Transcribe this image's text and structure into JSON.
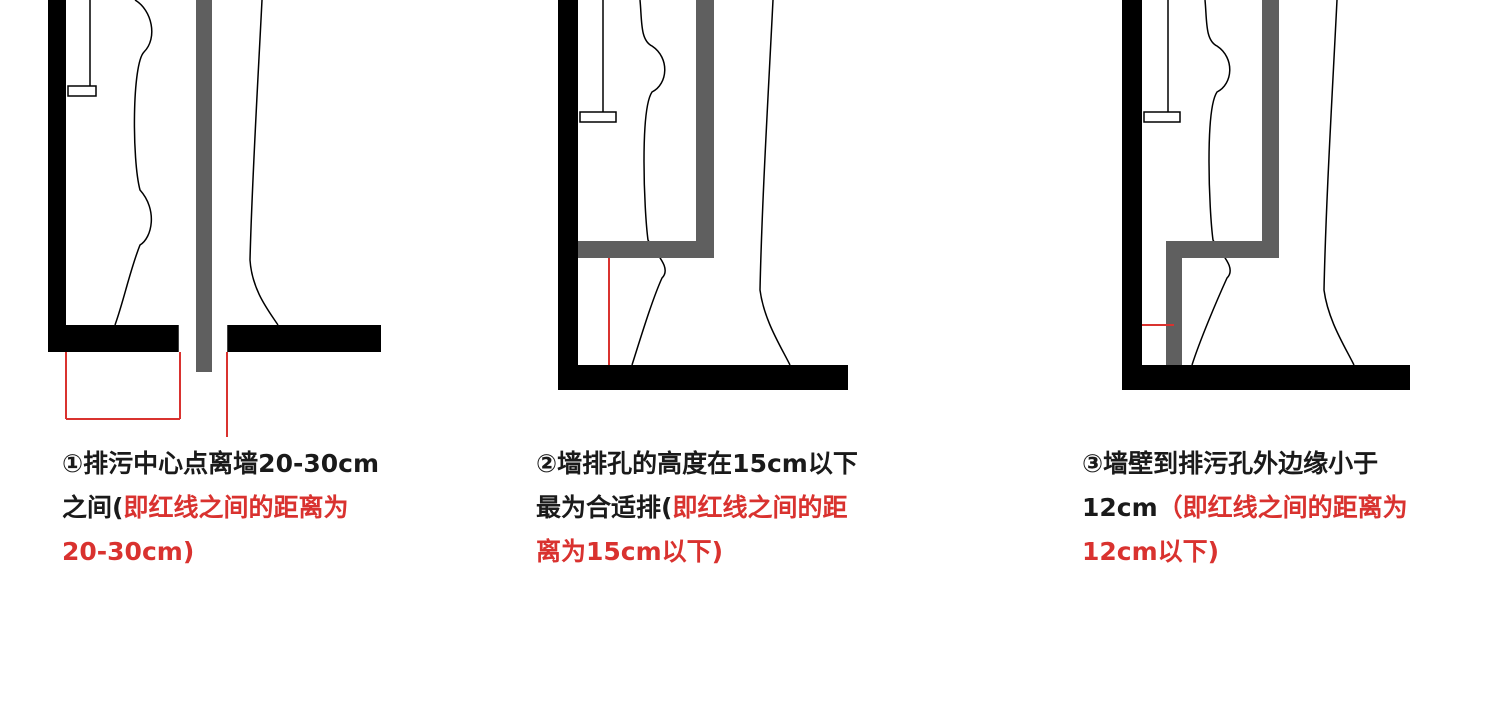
{
  "diagrams": [
    {
      "id": "center-distance",
      "caption": {
        "line1": "①排污中心点离墙20-30cm",
        "line2_black": "之间(",
        "line2_red": "即红线之间的距离为",
        "line3_red": "20-30cm)"
      }
    },
    {
      "id": "wall-outlet-height",
      "caption": {
        "line1": "②墙排孔的高度在15cm以下",
        "line2_black": "最为合适排(",
        "line2_red": "即红线之间的距",
        "line3_red": "离为15cm以下)"
      }
    },
    {
      "id": "wall-to-outlet-edge",
      "caption": {
        "line1": "③墙壁到排污孔外边缘小于",
        "line2_black": "12cm",
        "line2_red": "（即红线之间的距离为",
        "line3_red": "12cm以下)"
      }
    }
  ],
  "colors": {
    "wall": "#000000",
    "pipe": "#5f5f5f",
    "measure_line": "#d9322f",
    "caption_text": "#1a1a1a",
    "caption_highlight": "#d9322f"
  }
}
